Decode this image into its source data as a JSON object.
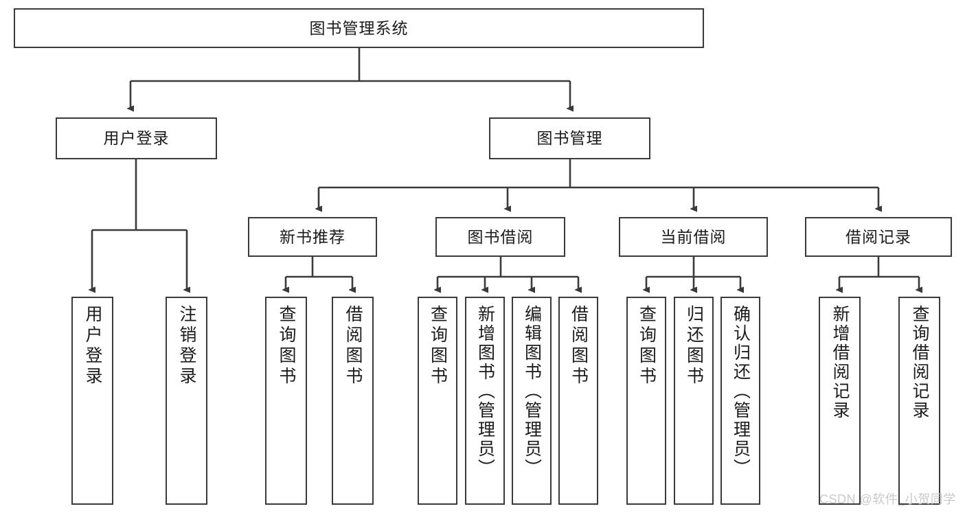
{
  "diagram": {
    "title": "图书管理系统",
    "watermark": "CSDN @软件_小贺同学",
    "line_color": "#3a3a3a",
    "box_fill": "#ffffff",
    "text_color": "#1b1b1b",
    "watermark_color": "#c9c9c9",
    "root": {
      "label": "图书管理系统"
    },
    "level2": [
      {
        "label": "用户登录"
      },
      {
        "label": "图书管理"
      }
    ],
    "level3": [
      {
        "label": "新书推荐"
      },
      {
        "label": "图书借阅"
      },
      {
        "label": "当前借阅"
      },
      {
        "label": "借阅记录"
      }
    ],
    "leaves": {
      "user_login": [
        {
          "label": "用户登录"
        },
        {
          "label": "注销登录"
        }
      ],
      "new_book_recommend": [
        {
          "label": "查询图书"
        },
        {
          "label": "借阅图书"
        }
      ],
      "book_borrow": [
        {
          "label": "查询图书"
        },
        {
          "label": "新增图书（管理员）"
        },
        {
          "label": "编辑图书（管理员）"
        },
        {
          "label": "借阅图书"
        }
      ],
      "current_borrow": [
        {
          "label": "查询图书"
        },
        {
          "label": "归还图书"
        },
        {
          "label": "确认归还（管理员）"
        }
      ],
      "borrow_record": [
        {
          "label": "新增借阅记录"
        },
        {
          "label": "查询借阅记录"
        }
      ]
    }
  }
}
